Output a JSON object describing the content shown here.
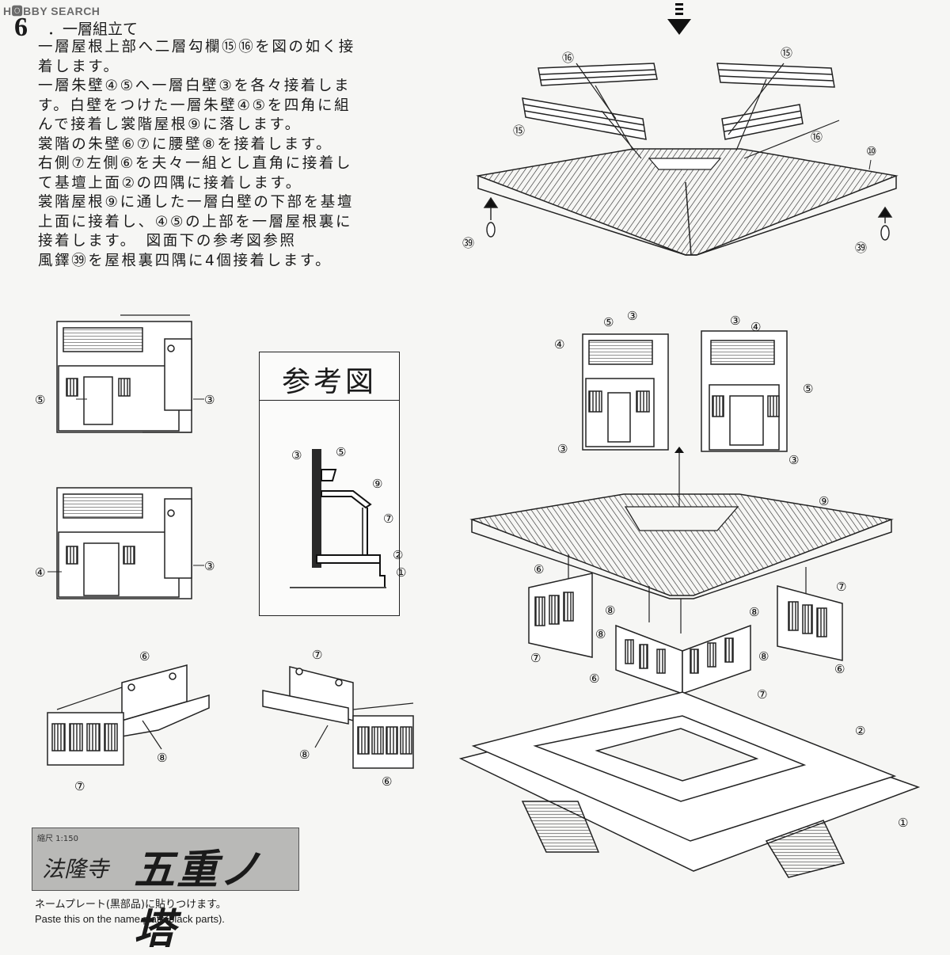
{
  "watermark": "H🅾BBY SEARCH",
  "step": {
    "number": "6",
    "title": "．一層組立て"
  },
  "instructions": [
    "一層屋根上部へ二層勾欄⑮⑯を図の如く接",
    "着します。",
    "一層朱壁④⑤へ一層白壁③を各々接着しま",
    "す。白壁をつけた一層朱壁④⑤を四角に組",
    "んで接着し裳階屋根⑨に落します。",
    "裳階の朱壁⑥⑦に腰壁⑧を接着します。",
    "右側⑦左側⑥を夫々一組とし直角に接着し",
    "て基壇上面②の四隅に接着します。",
    "裳階屋根⑨に通した一層白壁の下部を基壇",
    "上面に接着し、④⑤の上部を一層屋根裏に",
    "接着します。　図面下の参考図参照",
    " 風鐸㊴を屋根裏四隅に4個接着します。"
  ],
  "reference": {
    "title": "参考図"
  },
  "parts": {
    "p1": "①",
    "p2": "②",
    "p3": "③",
    "p4": "④",
    "p5": "⑤",
    "p6": "⑥",
    "p7": "⑦",
    "p8": "⑧",
    "p9": "⑨",
    "p10": "⑩",
    "p15": "⑮",
    "p16": "⑯",
    "p39": "㊴"
  },
  "name_plate": {
    "scale": "縮尺 1:150",
    "small": "法隆寺",
    "big": "五重ノ塔"
  },
  "notes": {
    "jp": "ネームプレート(黒部品)に貼りつけます。",
    "en": "Paste this on the name plate(black parts)."
  }
}
